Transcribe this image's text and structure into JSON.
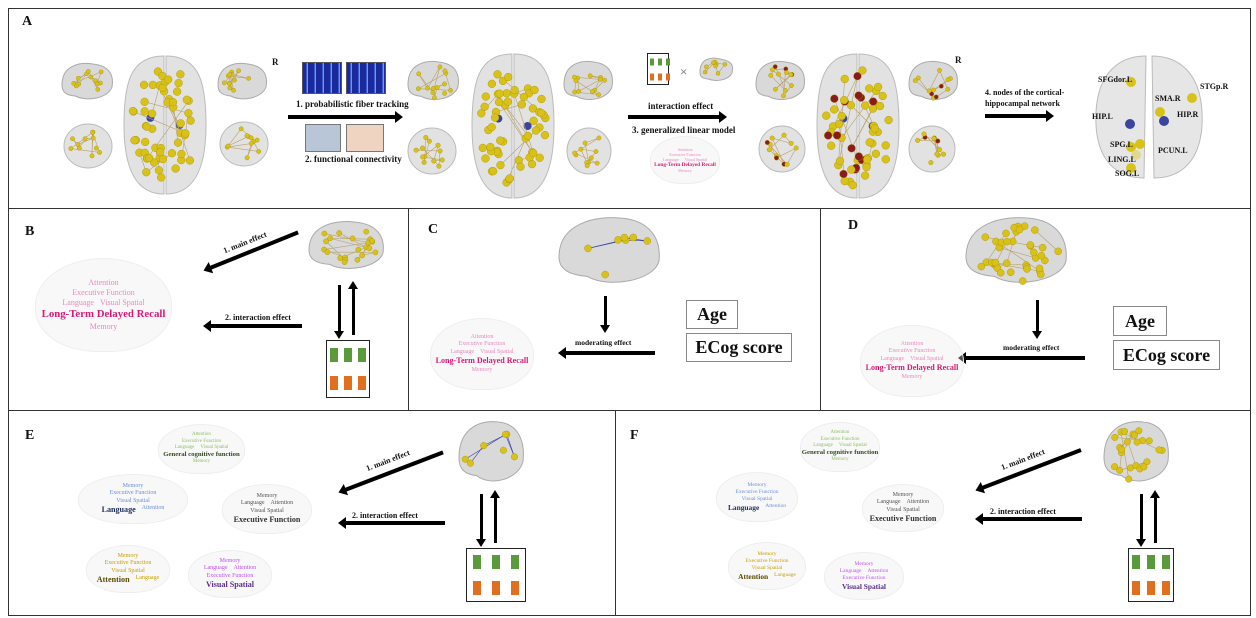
{
  "panels": {
    "A": "A",
    "B": "B",
    "C": "C",
    "D": "D",
    "E": "E",
    "F": "F"
  },
  "panelA": {
    "hemisphere_marker": "R",
    "step1": "1. probabilistic fiber tracking",
    "step2": "2. functional connectivity",
    "interaction": "interaction effect",
    "times": "×",
    "step3": "3. generalized linear model",
    "step4_line1": "4. nodes of the cortical-",
    "step4_line2": "hippocampal network",
    "nodes": [
      "SFGdor.L",
      "STGp.R",
      "SMA.R",
      "HIP.L",
      "HIP.R",
      "SPG.L",
      "PCUN.L",
      "LING.L",
      "SOG.L"
    ]
  },
  "labels": {
    "main_effect": "1. main effect",
    "interaction_effect": "2. interaction effect",
    "moderating_effect": "moderating effect",
    "age": "Age",
    "ecog": "ECog score"
  },
  "colors": {
    "pink": "#e0449a",
    "green": "#6aa84f",
    "blue": "#4a6fc4",
    "grey": "#555555",
    "gold": "#c9a000",
    "purple": "#b040e0",
    "node_yellow": "#d8c21a",
    "node_blue": "#3a45a0",
    "node_red": "#8b1a1a"
  },
  "clouds": {
    "pink": {
      "color": "#e889c0",
      "strong": "#d81b7a",
      "rows": [
        [
          "Attention"
        ],
        [
          "Executive Function"
        ],
        [
          "Language",
          "Visual Spatial"
        ],
        [
          "*Long-Term Delayed Recall"
        ],
        [
          "Memory"
        ]
      ]
    },
    "green": {
      "color": "#8cc068",
      "strong": "#2d4a1e",
      "rows": [
        [
          "Attention"
        ],
        [
          "Executive Function"
        ],
        [
          "Language",
          "Visual Spatial"
        ],
        [
          "*General cognitive function"
        ],
        [
          "Memory"
        ]
      ]
    },
    "blue": {
      "color": "#6f8fd8",
      "strong": "#1f2d5a",
      "rows": [
        [
          "Memory"
        ],
        [
          "Executive Function"
        ],
        [
          "Visual Spatial"
        ],
        [
          "*Language",
          "Attention"
        ]
      ]
    },
    "grey": {
      "color": "#555555",
      "strong": "#333333",
      "rows": [
        [
          "Memory"
        ],
        [
          "Language",
          "Attention"
        ],
        [
          "Visual Spatial"
        ],
        [
          "*Executive Function"
        ]
      ]
    },
    "gold": {
      "color": "#c9a000",
      "strong": "#5a4a00",
      "rows": [
        [
          "Memory"
        ],
        [
          "Executive Function"
        ],
        [
          "Visual Spatial"
        ],
        [
          "*Attention",
          "Language"
        ]
      ]
    },
    "purple": {
      "color": "#c050f0",
      "strong": "#5a2a8a",
      "rows": [
        [
          "Memory"
        ],
        [
          "Language",
          "Attention"
        ],
        [
          "Executive Function"
        ],
        [
          "*Visual Spatial"
        ]
      ]
    }
  }
}
